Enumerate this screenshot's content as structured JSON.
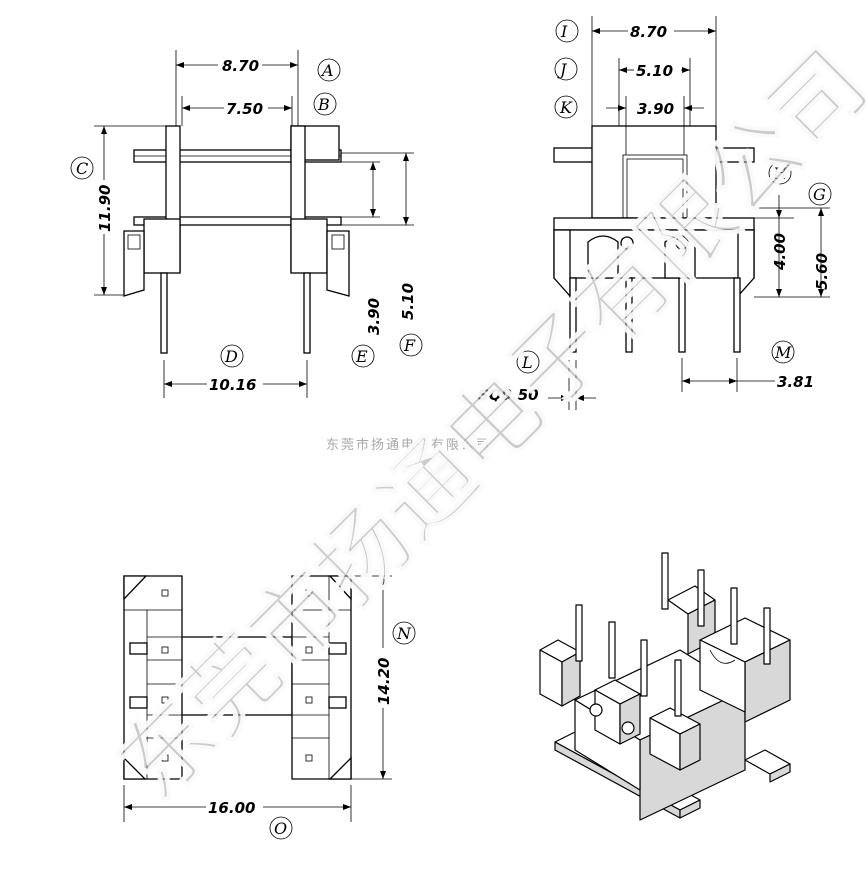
{
  "watermark": {
    "company_small": "东莞市扬通电子有限公司",
    "company_large": "东莞市扬通电子有限公司"
  },
  "dimensions": {
    "A": "8.70",
    "B": "7.50",
    "C": "11.90",
    "D": "10.16",
    "E": "3.90",
    "F": "5.10",
    "G": "5.60",
    "H": "4.00",
    "I": "8.70",
    "J": "5.10",
    "K": "3.90",
    "L": "SQ0.50",
    "M": "3.81",
    "N": "14.20",
    "O": "16.00"
  },
  "labels": {
    "A": "A",
    "B": "B",
    "C": "C",
    "D": "D",
    "E": "E",
    "F": "F",
    "G": "G",
    "H": "H",
    "I": "I",
    "J": "J",
    "K": "K",
    "L": "L",
    "M": "M",
    "N": "N",
    "O": "O"
  }
}
